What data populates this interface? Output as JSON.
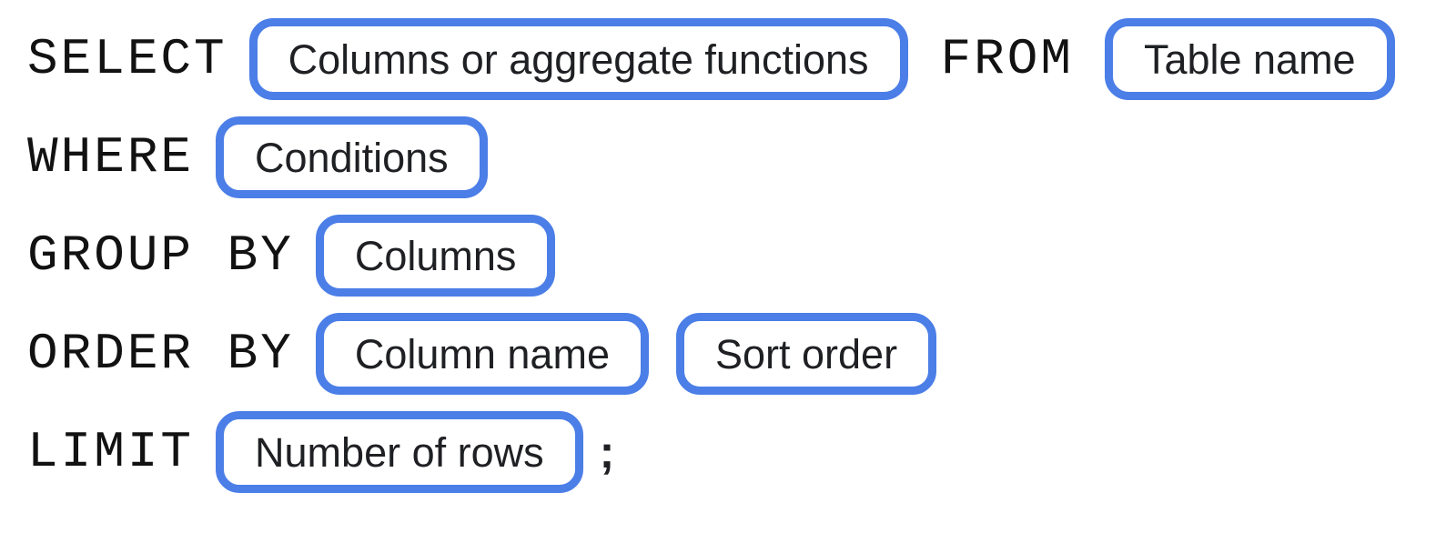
{
  "diagram": {
    "colors": {
      "accent": "#4b7ee7",
      "keyword": "#121212",
      "pill_text": "#1f2023",
      "background": "#ffffff"
    },
    "rows": [
      {
        "kw1": "SELECT",
        "pill1": "Columns or aggregate functions",
        "kw2": "FROM",
        "pill2": "Table name"
      },
      {
        "kw1": "WHERE",
        "pill1": "Conditions"
      },
      {
        "kw1": "GROUP BY",
        "pill1": "Columns"
      },
      {
        "kw1": "ORDER BY",
        "pill1": "Column name",
        "pill2": "Sort order"
      },
      {
        "kw1": "LIMIT",
        "pill1": "Number of rows",
        "punct": ";"
      }
    ]
  }
}
